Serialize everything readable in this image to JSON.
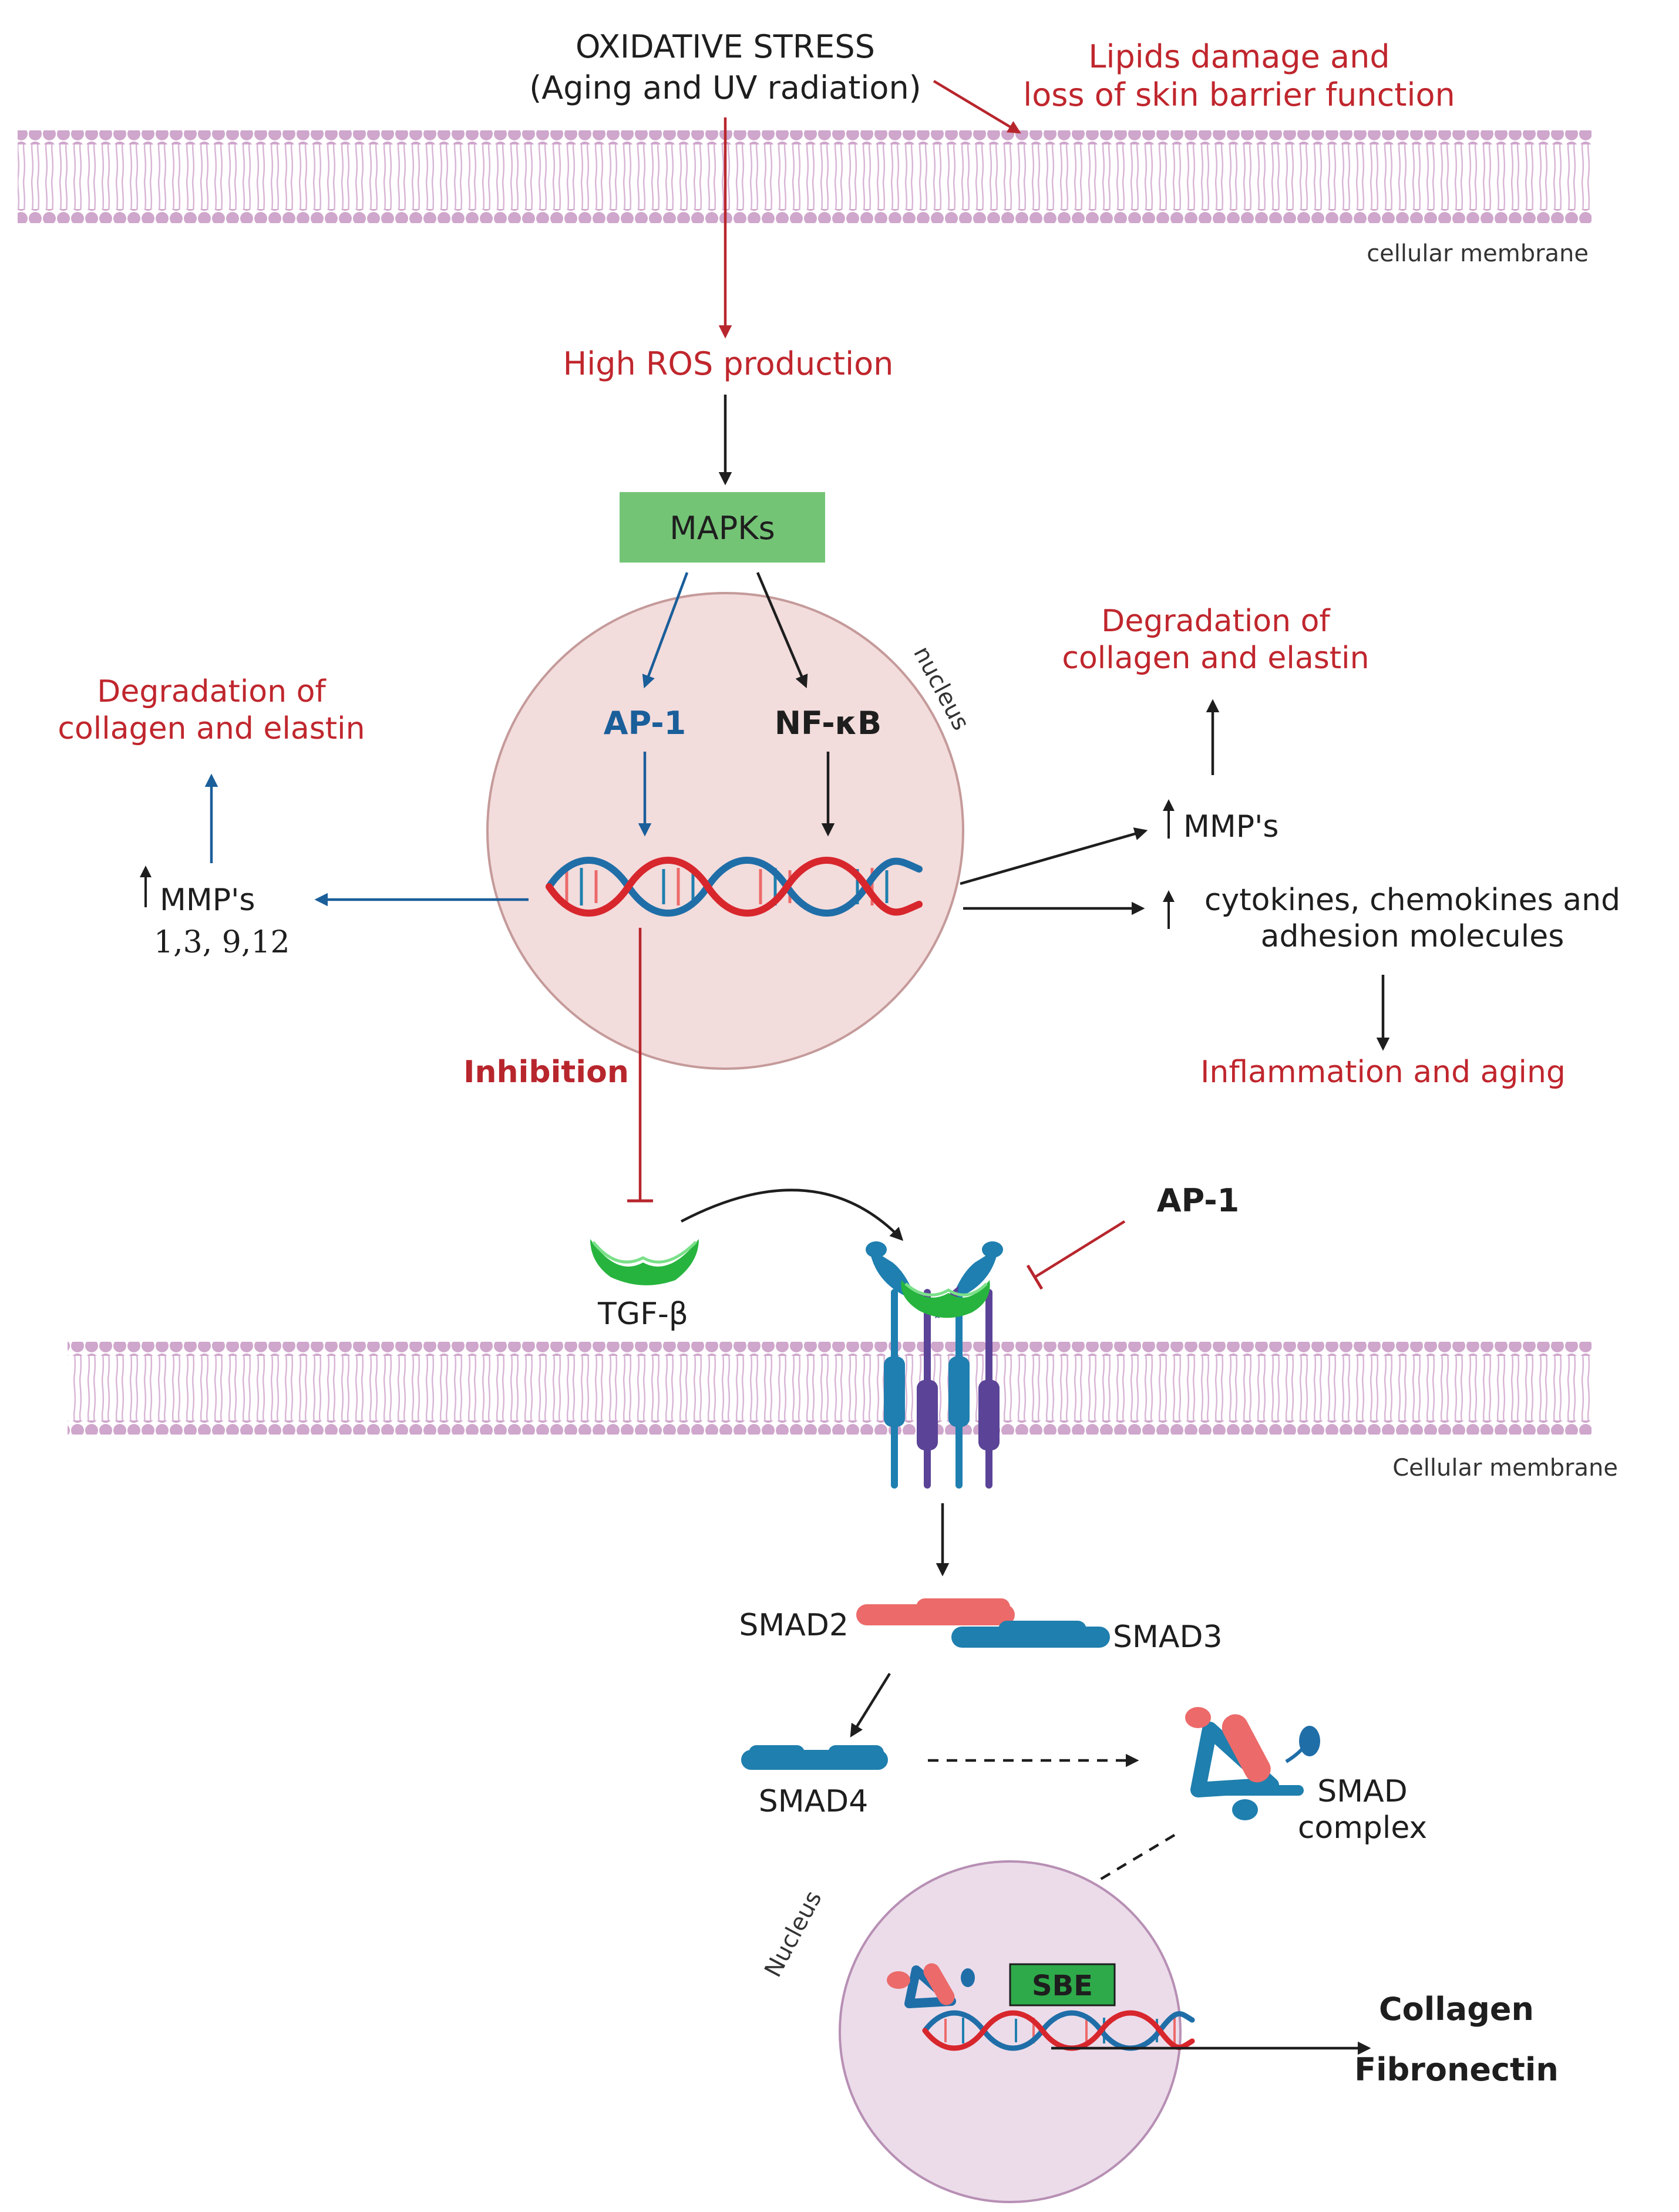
{
  "colors": {
    "red_text": "#c0262d",
    "blue_text": "#1a5e9a",
    "black": "#1e1e1e",
    "membrane": "#cfa6cc",
    "nucleus_fill": "#f3dcdc",
    "nucleus_stroke": "#c59a9a",
    "nucleus2_fill": "#ecdcea",
    "nucleus2_stroke": "#b78fb4",
    "mapk_fill": "#74c476",
    "sbe_fill": "#2eaa4a",
    "tgf_green": "#27b43e",
    "receptor_teal": "#1e7fb0",
    "receptor_purple": "#5b4397",
    "smad_red": "#ec6a6a",
    "smad_teal": "#1f7fae"
  },
  "membrane_top": {
    "caption": "cellular membrane"
  },
  "membrane_bottom": {
    "caption": "Cellular membrane"
  },
  "oxidative_stress": {
    "line1": "OXIDATIVE STRESS",
    "line2": "(Aging and UV radiation)"
  },
  "lipids_damage": {
    "line1": "Lipids damage and",
    "line2": "loss of skin barrier function"
  },
  "ros": {
    "label": "High ROS production"
  },
  "mapks": {
    "label": "MAPKs"
  },
  "nucleus1": {
    "label": "nucleus",
    "ap1": "AP-1",
    "nfkb": "NF-κB"
  },
  "left_branch": {
    "mmp_line1": "MMP's",
    "mmp_line2": "1,3, 9,12",
    "degradation_line1": "Degradation of",
    "degradation_line2": "collagen and elastin"
  },
  "right_branch": {
    "mmp": "MMP's",
    "degradation_line1": "Degradation of",
    "degradation_line2": "collagen and elastin",
    "cytokines_line1": "cytokines, chemokines and",
    "cytokines_line2": "adhesion molecules",
    "inflammation": "Inflammation and aging"
  },
  "inhibition": {
    "label": "Inhibition"
  },
  "tgf": {
    "label": "TGF-β"
  },
  "ap1_receptor": {
    "label": "AP-1"
  },
  "smads": {
    "smad2": "SMAD2",
    "smad3": "SMAD3",
    "smad4": "SMAD4",
    "complex_line1": "SMAD",
    "complex_line2": "complex"
  },
  "nucleus2": {
    "label": "Nucleus",
    "sbe": "SBE",
    "collagen": "Collagen",
    "fibronectin": "Fibronectin"
  }
}
